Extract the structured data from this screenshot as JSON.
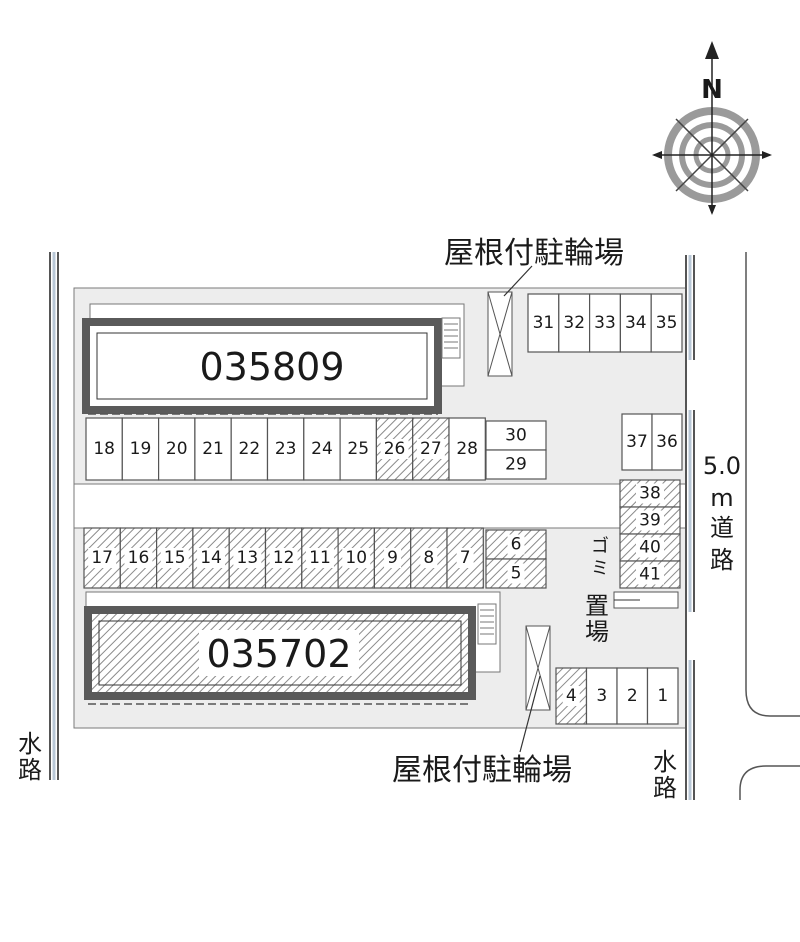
{
  "compass": {
    "north_label": "N"
  },
  "buildings": [
    {
      "id": "035809",
      "hatched": false
    },
    {
      "id": "035702",
      "hatched": true
    }
  ],
  "labels": {
    "bike_parking_top": "屋根付駐輪場",
    "bike_parking_bottom": "屋根付駐輪場",
    "garbage": "ゴミ置場",
    "road": "5.0m道路",
    "road_width": "5.0",
    "road_unit": "m",
    "road_word_1": "道",
    "road_word_2": "路",
    "waterway_left_1": "水",
    "waterway_left_2": "路",
    "waterway_right_1": "水",
    "waterway_right_2": "路",
    "garbage_1": "ゴ",
    "garbage_2": "ミ",
    "garbage_3": "置",
    "garbage_4": "場"
  },
  "parking": {
    "row_top_left": [
      "18",
      "19",
      "20",
      "21",
      "22",
      "23",
      "24",
      "25",
      "26",
      "27",
      "28"
    ],
    "row_top_left_hatched": [
      "26",
      "27"
    ],
    "stack_top": [
      "30",
      "29"
    ],
    "row_upper_right": [
      "31",
      "32",
      "33",
      "34",
      "35"
    ],
    "pair_right": [
      "37",
      "36"
    ],
    "row_mid": [
      "17",
      "16",
      "15",
      "14",
      "13",
      "12",
      "11",
      "10",
      "9",
      "8",
      "7"
    ],
    "row_mid_hatched": [
      "17",
      "16",
      "15",
      "14",
      "13",
      "12",
      "11",
      "10",
      "9",
      "8",
      "7"
    ],
    "stack_mid": [
      "6",
      "5"
    ],
    "stack_mid_hatched": [
      "6",
      "5"
    ],
    "column_right": [
      "38",
      "39",
      "40",
      "41"
    ],
    "column_right_hatched": [
      "38",
      "39",
      "40",
      "41"
    ],
    "row_bottom": [
      "4",
      "3",
      "2",
      "1"
    ],
    "row_bottom_hatched": [
      "4"
    ]
  }
}
